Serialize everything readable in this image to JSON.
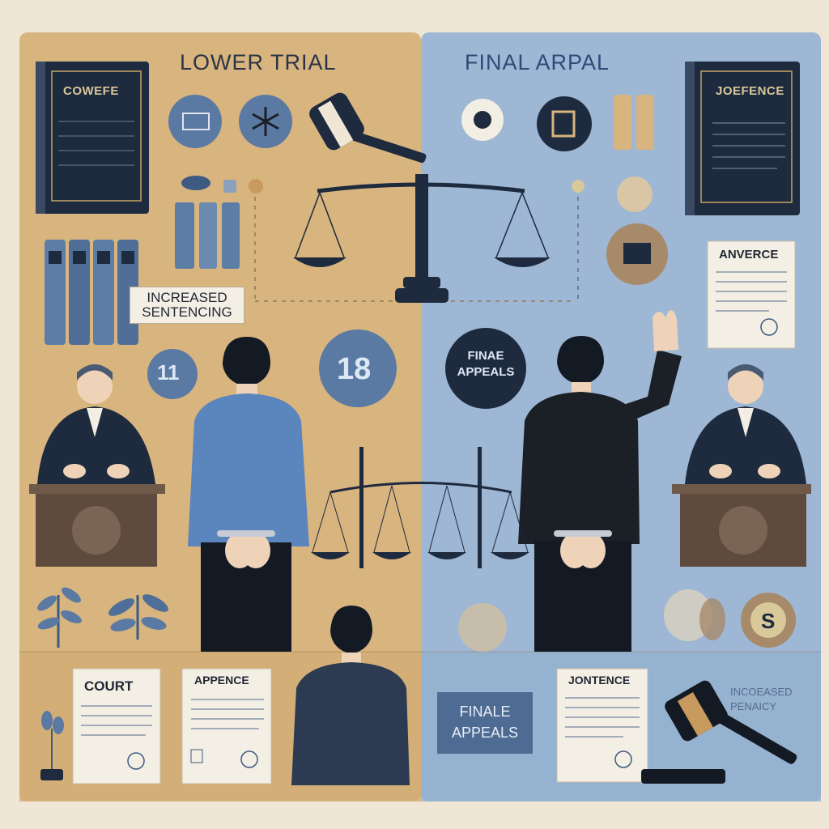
{
  "panels": {
    "left": {
      "title": "LOWER TRIAL",
      "bg": "#d8b47e"
    },
    "right": {
      "title": "FINAL ARPAL",
      "bg": "#9db7d4"
    }
  },
  "left_book_title": "COWEFE",
  "right_book_title": "JOEFENCE",
  "left_sticker": {
    "line1": "INCREASED",
    "line2": "SENTENCING"
  },
  "badges": {
    "left_small": "11",
    "center": "18",
    "right_line1": "FINAE",
    "right_line2": "APPEALS"
  },
  "documents": {
    "court": "COURT",
    "appence": "APPENCE",
    "anverce": "ANVERCE",
    "jontence": "JONTENCE"
  },
  "bottom_sign": {
    "line1": "FINALE",
    "line2": "APPEALS"
  },
  "faded_text": {
    "line1": "INCOEASED",
    "line2": "PENAICY"
  },
  "coin_label": "S",
  "colors": {
    "navy": "#1d2a3f",
    "ink": "#1b1f26",
    "blue_shirt": "#5b86bd"
  }
}
